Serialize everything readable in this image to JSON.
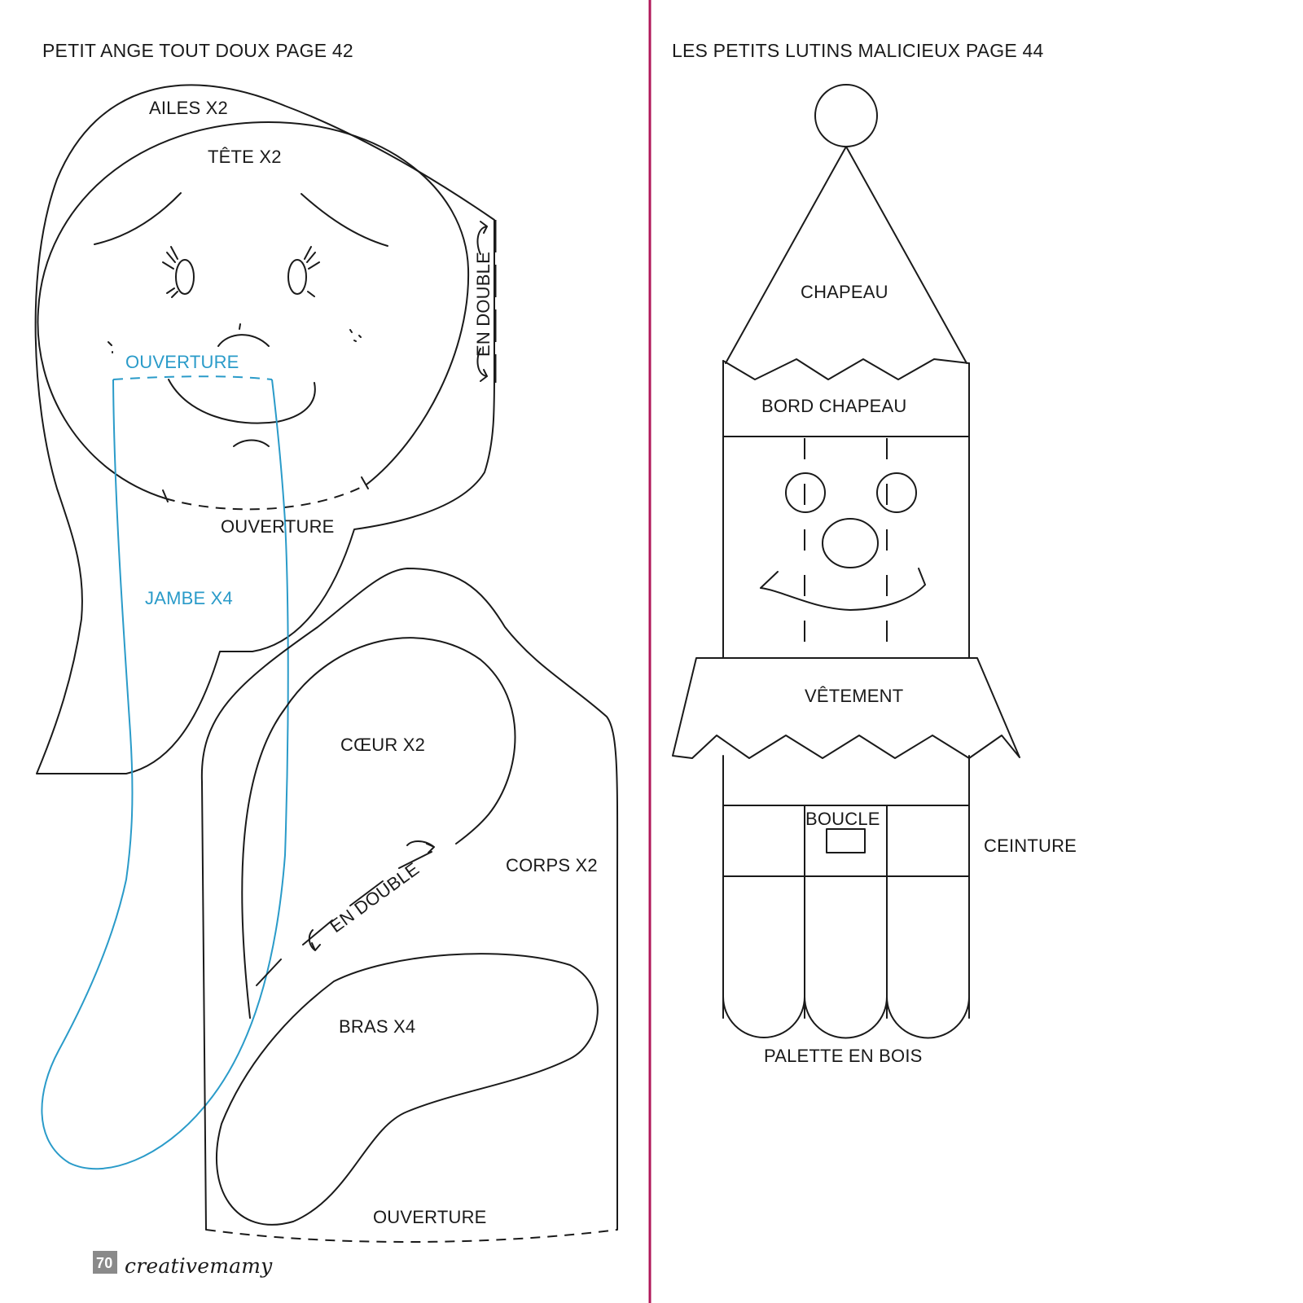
{
  "left_panel": {
    "title": "PETIT ANGE TOUT DOUX PAGE 42",
    "labels": {
      "ailes": "AILES X2",
      "tete": "TÊTE X2",
      "en_double_1": "EN DOUBLE",
      "ouverture_jambe": "OUVERTURE",
      "ouverture_tete": "OUVERTURE",
      "jambe": "JAMBE X4",
      "coeur": "CŒUR X2",
      "en_double_2": "EN DOUBLE",
      "corps": "CORPS X2",
      "bras": "BRAS X4",
      "ouverture_corps": "OUVERTURE"
    }
  },
  "right_panel": {
    "title": "LES PETITS LUTINS MALICIEUX PAGE 44",
    "labels": {
      "chapeau": "CHAPEAU",
      "bord_chapeau": "BORD CHAPEAU",
      "vetement": "VÊTEMENT",
      "boucle": "BOUCLE",
      "ceinture": "CEINTURE",
      "palette": "PALETTE EN BOIS"
    }
  },
  "footer": {
    "page_number": "70",
    "brand": "creativemamy"
  },
  "colors": {
    "ink": "#1a1a1a",
    "pattern_blue": "#2a9bc9",
    "divider": "#b0185a",
    "page_badge": "#8a8a8a"
  }
}
